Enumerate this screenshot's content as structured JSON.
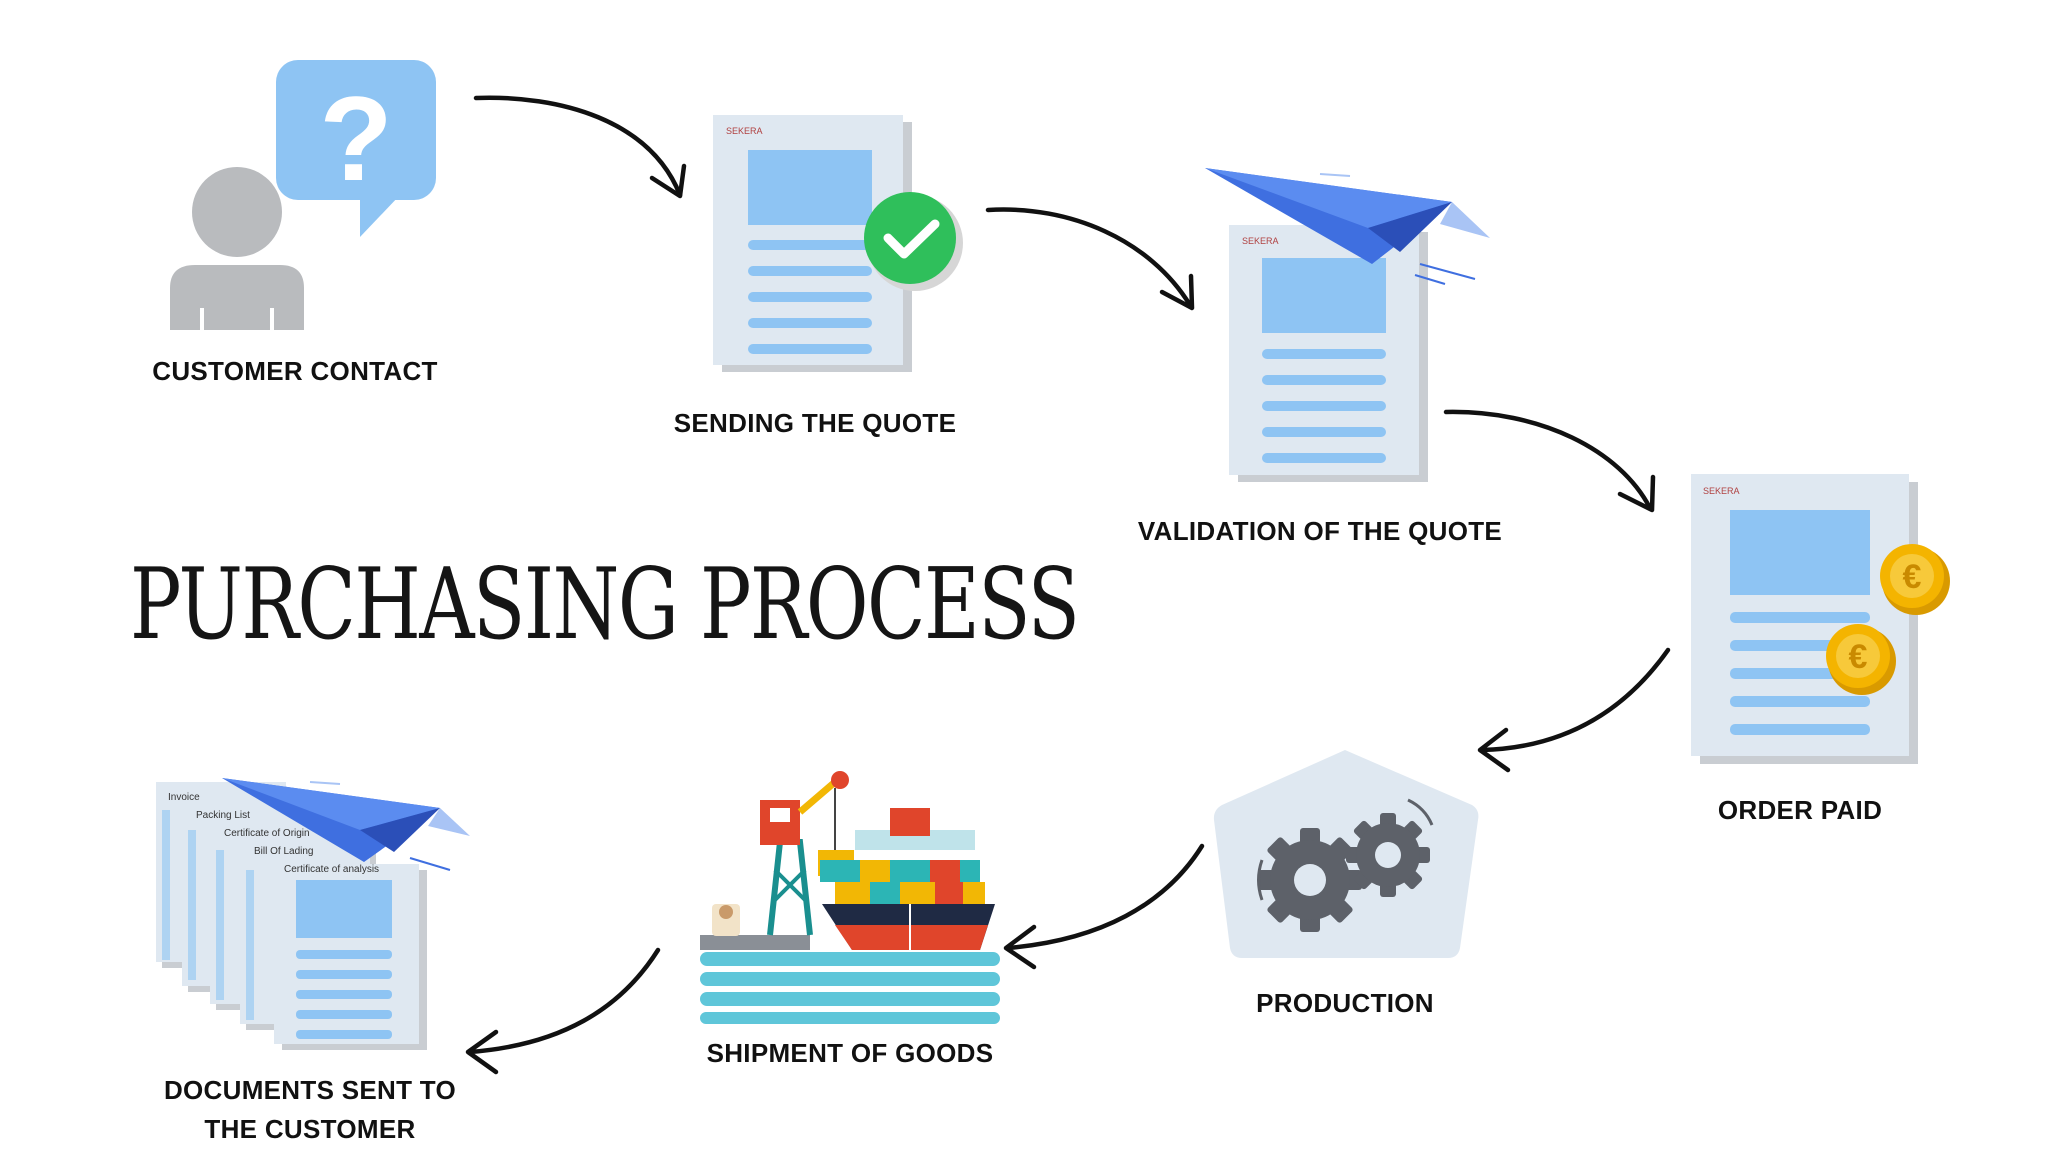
{
  "title": "PURCHASING PROCESS",
  "steps": [
    {
      "label": "CUSTOMER CONTACT",
      "icon": "customer-question-icon"
    },
    {
      "label": "SENDING THE QUOTE",
      "icon": "quote-checked-icon"
    },
    {
      "label": "VALIDATION OF THE QUOTE",
      "icon": "quote-paper-plane-icon"
    },
    {
      "label": "ORDER PAID",
      "icon": "quote-euro-coins-icon"
    },
    {
      "label": "PRODUCTION",
      "icon": "gears-icon"
    },
    {
      "label": "SHIPMENT OF GOODS",
      "icon": "cargo-ship-icon"
    },
    {
      "label_line1": "DOCUMENTS SENT TO",
      "label_line2": "THE CUSTOMER",
      "icon": "documents-stack-icon"
    }
  ],
  "documents": [
    "Invoice",
    "Packing List",
    "Certificate of Origin",
    "Bill Of Lading",
    "Certificate of analysis"
  ],
  "colors": {
    "paper": "#dfe8f1",
    "paper_shadow": "#c9cdd2",
    "light_blue": "#8ec4f3",
    "check_green": "#2fbf5b",
    "plane_blue": "#3f6fe0",
    "coin_gold": "#f4b400",
    "gear_gray": "#5d6169",
    "person_gray": "#b9bbbe"
  }
}
